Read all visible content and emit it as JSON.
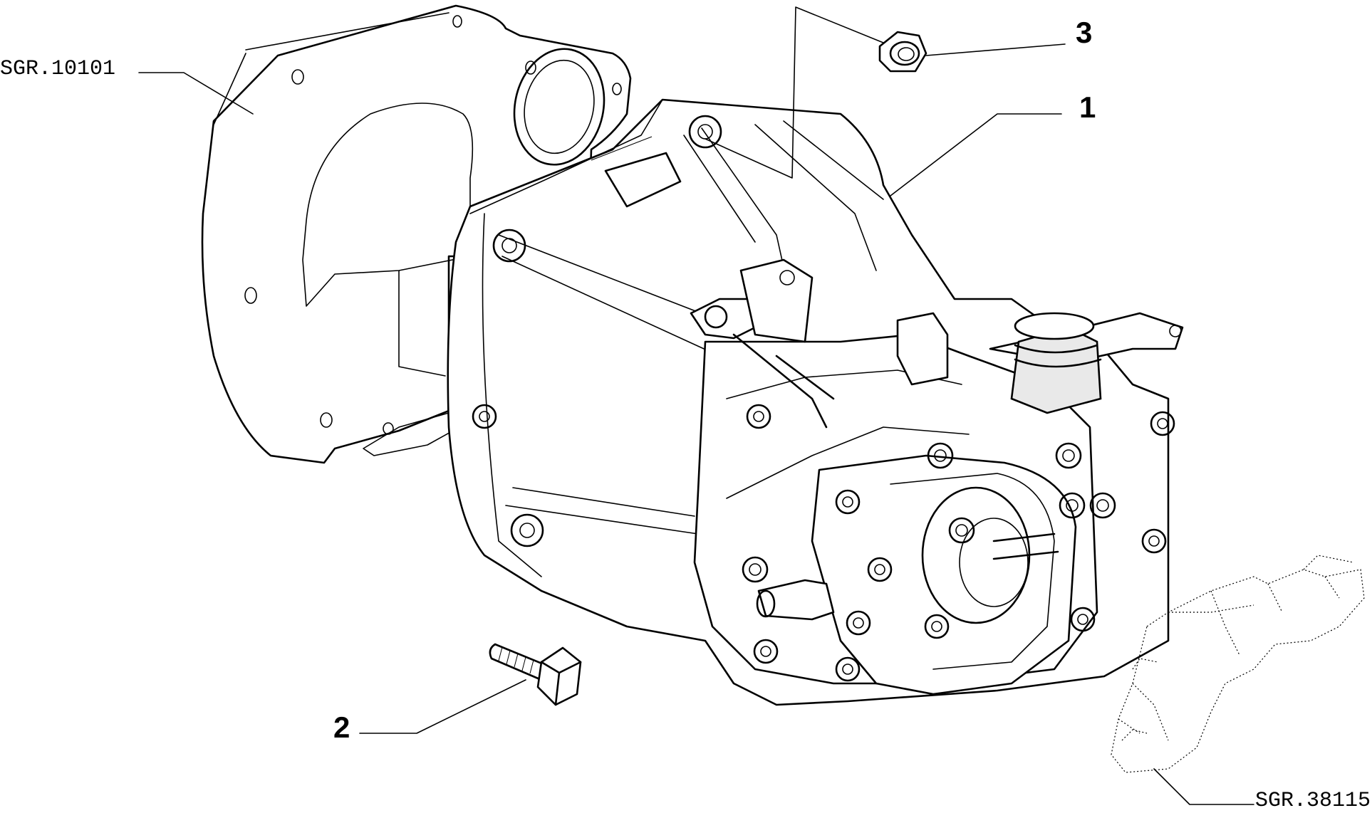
{
  "callouts": {
    "part_1": "1",
    "part_2": "2",
    "part_3": "3"
  },
  "references": {
    "gasket_group": "SGR.10101",
    "harness_group": "SGR.38115"
  }
}
